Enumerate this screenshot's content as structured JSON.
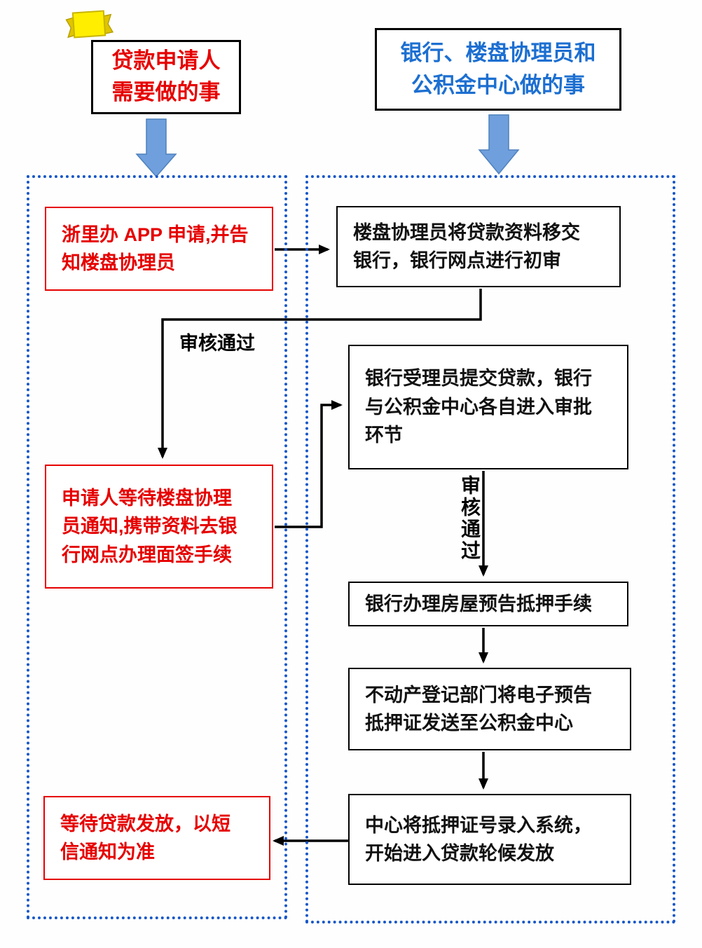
{
  "headers": {
    "applicant": "贷款申请人\n需要做的事",
    "institutions": "银行、楼盘协理员和\n公积金中心做的事"
  },
  "applicant_steps": [
    "浙里办 APP 申请,并告\n知楼盘协理员",
    "申请人等待楼盘协理\n员通知,携带资料去银\n行网点办理面签手续",
    "等待贷款发放，以短\n信通知为准"
  ],
  "institution_steps": [
    "楼盘协理员将贷款资料移交\n银行，银行网点进行初审",
    "银行受理员提交贷款，银行\n与公积金中心各自进入审批\n环节",
    "银行办理房屋预告抵押手续",
    "不动产登记部门将电子预告\n抵押证发送至公积金中心",
    "中心将抵押证号录入系统，\n开始进入贷款轮候发放"
  ],
  "labels": {
    "approved_horizontal": "审核通过",
    "approved_vertical": "审核通过"
  },
  "icons": {
    "top_left": "yellow-ribbon-icon",
    "column_markers": "blue-block-down-arrow"
  },
  "colors": {
    "applicant_text": "#e60000",
    "institution_header_text": "#1c6fd1",
    "box_border_red": "#e60000",
    "box_border_black": "#000000",
    "lane_dotted_border": "#1656c8",
    "block_arrow_fill": "#6f9fdc",
    "connector": "#000000",
    "ribbon_yellow": "#ffee00"
  }
}
